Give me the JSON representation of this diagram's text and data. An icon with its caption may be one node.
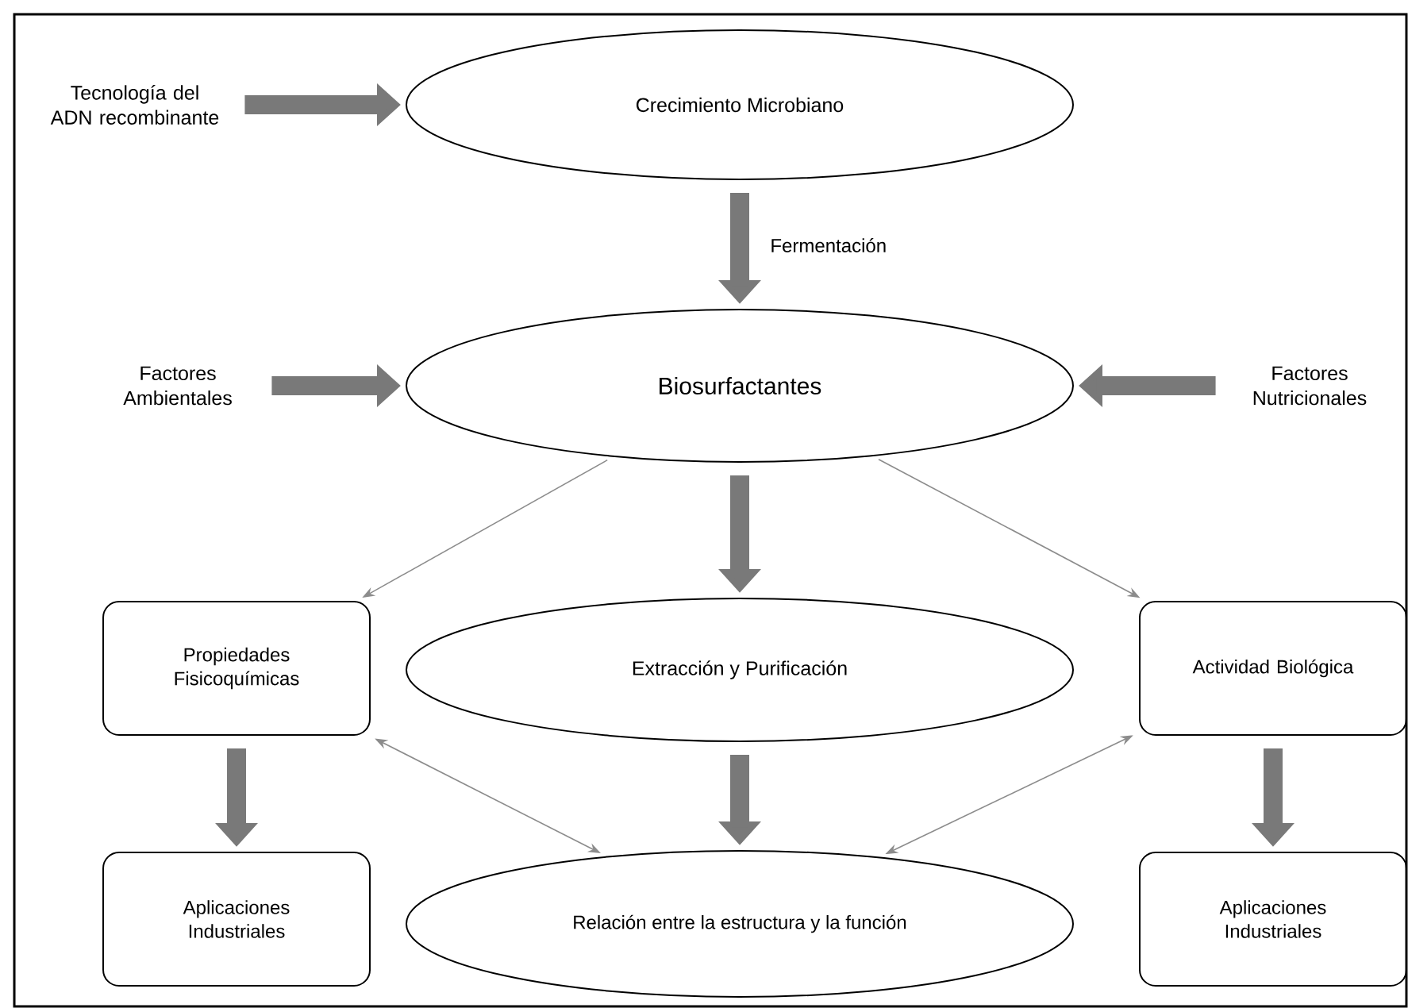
{
  "diagram": {
    "nodes": [
      {
        "text": [
          "Tecnología del ADN recombinante"
        ]
      },
      {
        "text": [
          "Crecimiento Microbiano"
        ]
      },
      {
        "text": [
          "Factores Ambientales"
        ]
      },
      {
        "text": [
          "Biosurfactantes"
        ]
      },
      {
        "text": [
          "Factores Nutricionales"
        ]
      },
      {
        "text": [
          "Propiedades Fisicoquímicas"
        ]
      },
      {
        "text": [
          "Extracción y Purificación"
        ]
      },
      {
        "text": [
          "Actividad Biológica"
        ]
      },
      {
        "text": [
          "Aplicaciones Industriales"
        ]
      },
      {
        "text": [
          "Relación entre la estructura y la función"
        ]
      },
      {
        "text": [
          "Aplicaciones Industriales"
        ]
      }
    ],
    "edges": [
      {
        "from": 0,
        "to": 1,
        "arrow": "to"
      },
      {
        "from": 1,
        "to": 3,
        "arrow": "to",
        "label": "Fermentación"
      },
      {
        "from": 2,
        "to": 3,
        "arrow": "to"
      },
      {
        "from": 4,
        "to": 3,
        "arrow": "to"
      },
      {
        "from": 3,
        "to": 5,
        "arrow": "to",
        "color": "#8c8c8c"
      },
      {
        "from": 3,
        "to": 6,
        "arrow": "to"
      },
      {
        "from": 3,
        "to": 7,
        "arrow": "to",
        "color": "#8c8c8c"
      },
      {
        "from": 5,
        "to": 8,
        "arrow": "to"
      },
      {
        "from": 6,
        "to": 9,
        "arrow": "to"
      },
      {
        "from": 7,
        "to": 10,
        "arrow": "to"
      },
      {
        "from": 5,
        "to": 9,
        "arrow": "both",
        "color": "#8c8c8c"
      },
      {
        "from": 9,
        "to": 7,
        "arrow": "both",
        "color": "#8c8c8c"
      }
    ]
  }
}
